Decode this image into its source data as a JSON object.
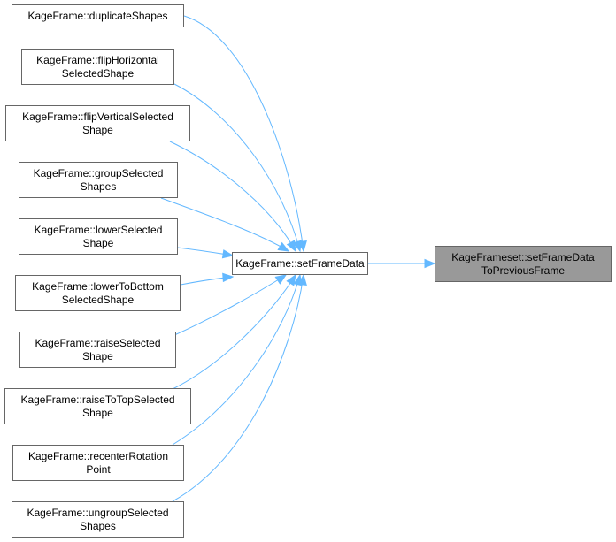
{
  "diagram": {
    "target": {
      "id": "setFrameDataToPreviousFrame",
      "lines": [
        "KageFrameset::setFrameData",
        "ToPreviousFrame"
      ]
    },
    "hub": {
      "id": "setFrameData",
      "lines": [
        "KageFrame::setFrameData"
      ]
    },
    "callers": [
      {
        "id": "duplicateShapes",
        "lines": [
          "KageFrame::duplicateShapes"
        ]
      },
      {
        "id": "flipHorizontalSelectedShape",
        "lines": [
          "KageFrame::flipHorizontal",
          "SelectedShape"
        ]
      },
      {
        "id": "flipVerticalSelectedShape",
        "lines": [
          "KageFrame::flipVerticalSelected",
          "Shape"
        ]
      },
      {
        "id": "groupSelectedShapes",
        "lines": [
          "KageFrame::groupSelected",
          "Shapes"
        ]
      },
      {
        "id": "lowerSelectedShape",
        "lines": [
          "KageFrame::lowerSelected",
          "Shape"
        ]
      },
      {
        "id": "lowerToBottomSelectedShape",
        "lines": [
          "KageFrame::lowerToBottom",
          "SelectedShape"
        ]
      },
      {
        "id": "raiseSelectedShape",
        "lines": [
          "KageFrame::raiseSelected",
          "Shape"
        ]
      },
      {
        "id": "raiseToTopSelectedShape",
        "lines": [
          "KageFrame::raiseToTopSelected",
          "Shape"
        ]
      },
      {
        "id": "recenterRotationPoint",
        "lines": [
          "KageFrame::recenterRotation",
          "Point"
        ]
      },
      {
        "id": "ungroupSelectedShapes",
        "lines": [
          "KageFrame::ungroupSelected",
          "Shapes"
        ]
      }
    ],
    "colors": {
      "edge": "#63b8ff",
      "node_border": "#666666",
      "target_fill": "#999999",
      "node_fill": "#ffffff"
    }
  }
}
